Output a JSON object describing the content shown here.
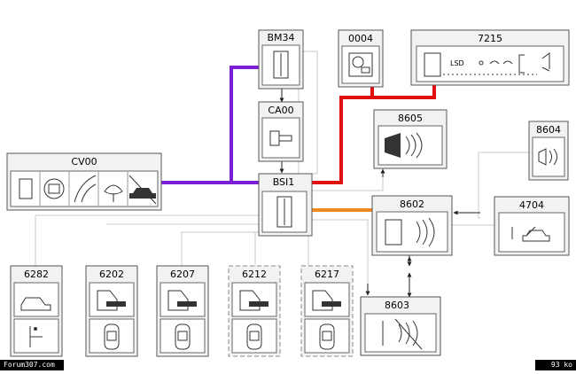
{
  "modules": {
    "bm34": "BM34",
    "c0004": "0004",
    "c7215": "7215",
    "ca00": "CA00",
    "c8605": "8605",
    "c8604": "8604",
    "cv00": "CV00",
    "bsi1": "BSI1",
    "c8602": "8602",
    "c4704": "4704",
    "c6282": "6282",
    "c6202": "6202",
    "c6207": "6207",
    "c6212": "6212",
    "c6217": "6217",
    "c8603": "8603"
  },
  "c7215_display": "LSD",
  "footer": {
    "left": "Forum307.com",
    "right": "93 ko"
  },
  "colors": {
    "can_comfort": "#7a1fd6",
    "can_display": "#e01010",
    "can_body": "#f08a20",
    "link": "#c8c8c8",
    "box_fill": "#f2f2f2",
    "box_border": "#555555"
  }
}
